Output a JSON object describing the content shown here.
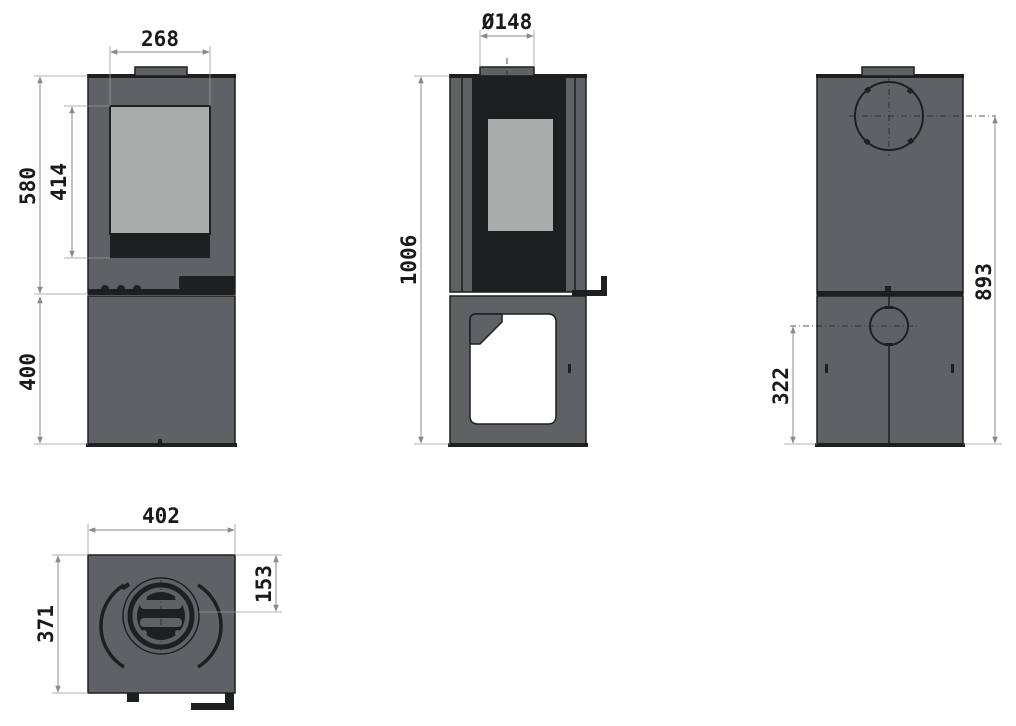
{
  "dimensions": {
    "front_top_width": "268",
    "front_height_upper": "580",
    "front_glass_height": "414",
    "front_base_height": "400",
    "side_flue_diameter": "Ø148",
    "side_total_height": "1006",
    "back_flue_height": "893",
    "back_inlet_height": "322",
    "top_width": "402",
    "top_depth": "371",
    "top_flue_offset": "153"
  },
  "colors": {
    "body": "#5f6165",
    "edge": "#1e1f21",
    "glass": "#a8acaa",
    "dimension_line": "#8a8a8a"
  }
}
